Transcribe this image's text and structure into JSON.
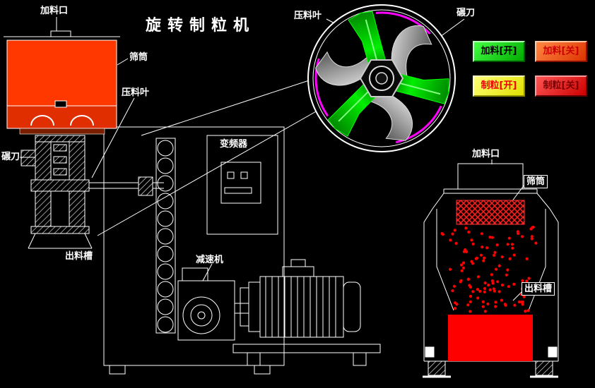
{
  "title": "旋转制粒机",
  "machine_left": {
    "feed_inlet": "加料口",
    "sieve": "筛筒",
    "press_blade": "压料叶",
    "roller_knife": "碾刀",
    "discharge_chute": "出料槽",
    "inverter": "变频器",
    "reducer": "减速机"
  },
  "detail_view": {
    "press_blade": "压料叶",
    "roller_knife": "碾刀"
  },
  "machine_right": {
    "feed_inlet": "加料口",
    "sieve": "筛筒",
    "discharge_chute": "出料槽"
  },
  "controls": {
    "feed_on": "加料[开]",
    "feed_off": "加料[关]",
    "granulate_on": "制粒[开]",
    "granulate_off": "制粒[关]"
  },
  "colors": {
    "background": "#000000",
    "line": "#ffffff",
    "hopper": "#ff3800",
    "particle": "#ff0000",
    "blade_green": "#00dd00",
    "accent_magenta": "#ff00ff",
    "btn_feed_on_bg": "#00e000",
    "btn_feed_off_bg": "#ff5a1e",
    "btn_granulate_on_bg": "#ffff00",
    "btn_granulate_off_bg": "#ff0000"
  }
}
